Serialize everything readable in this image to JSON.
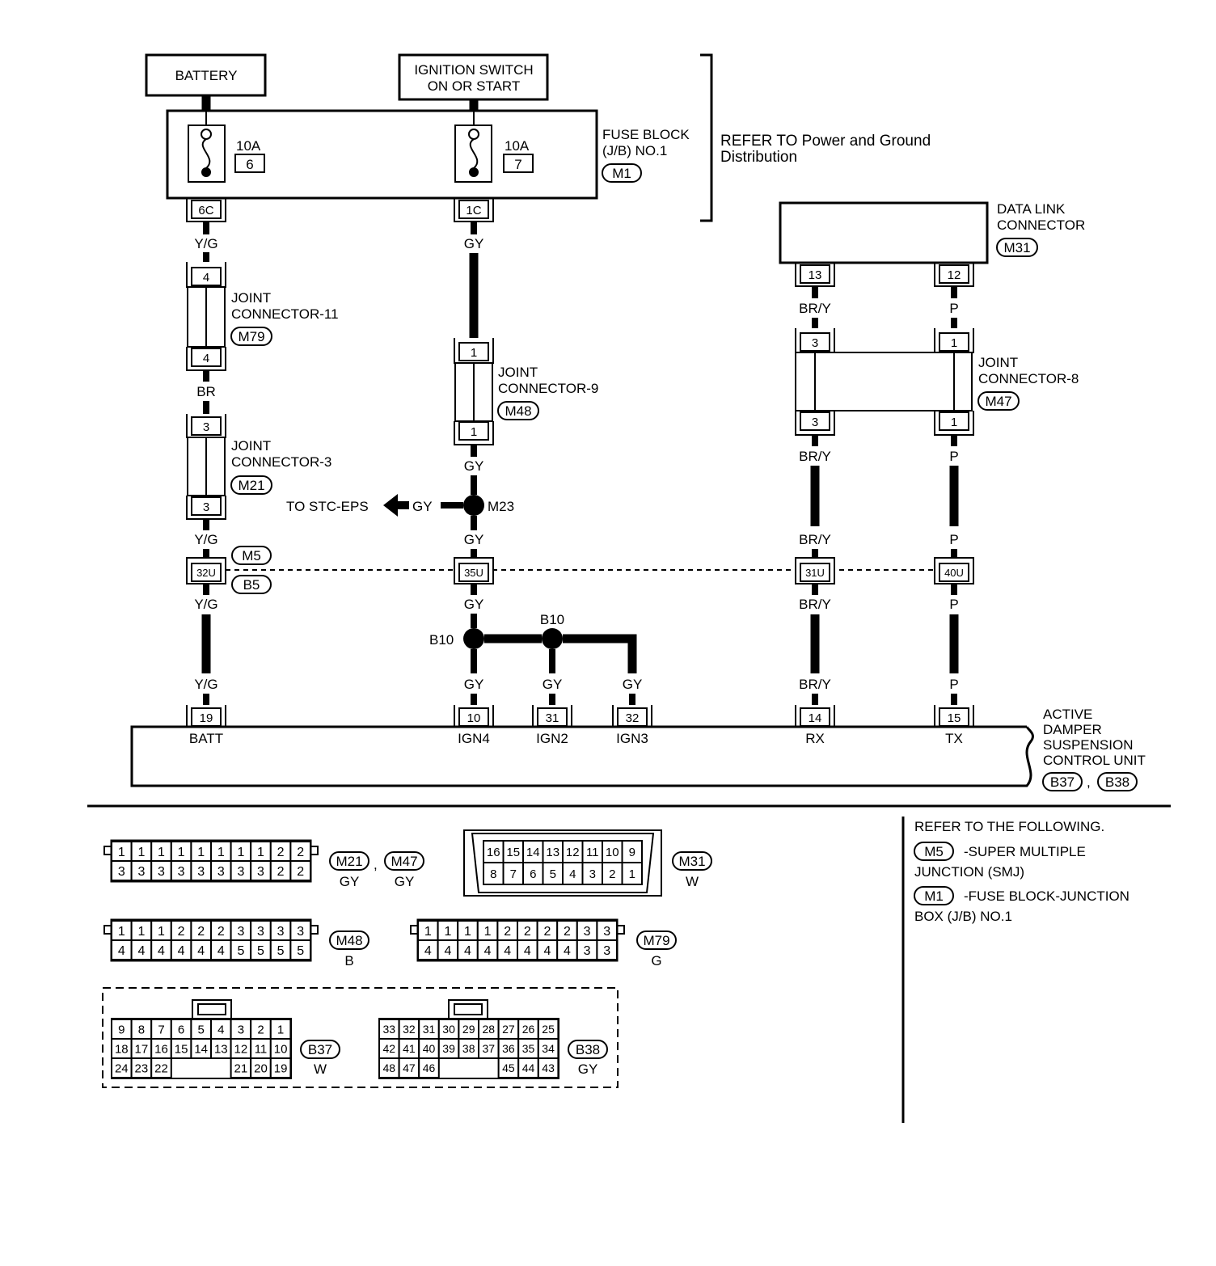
{
  "top": {
    "battery": "BATTERY",
    "ignition_l1": "IGNITION SWITCH",
    "ignition_l2": "ON OR START",
    "fuse_a_amp": "10A",
    "fuse_a_num": "6",
    "fuse_b_amp": "10A",
    "fuse_b_num": "7",
    "fuse_block_l1": "FUSE BLOCK",
    "fuse_block_l2": "(J/B) NO.1",
    "fuse_block_conn": "M1",
    "refer_l1": "REFER TO Power and Ground",
    "refer_l2": "Distribution",
    "term_6c": "6C",
    "term_1c": "1C"
  },
  "left": {
    "wire1": "Y/G",
    "jc11_pin_top": "4",
    "jc11_pin_bot": "4",
    "jc11_l1": "JOINT",
    "jc11_l2": "CONNECTOR-11",
    "jc11_conn": "M79",
    "wire2": "BR",
    "jc3_pin_top": "3",
    "jc3_pin_bot": "3",
    "jc3_l1": "JOINT",
    "jc3_l2": "CONNECTOR-3",
    "jc3_conn": "M21",
    "wire3": "Y/G",
    "smj_m": "M5",
    "smj_b": "B5",
    "smj_pin": "32U",
    "wire4": "Y/G",
    "wire5": "Y/G",
    "ecu_pin": "19",
    "ecu_label": "BATT"
  },
  "mid": {
    "wire1": "GY",
    "jc9_pin_top": "1",
    "jc9_pin_bot": "1",
    "jc9_l1": "JOINT",
    "jc9_l2": "CONNECTOR-9",
    "jc9_conn": "M48",
    "wire2": "GY",
    "to_stc": "TO STC-EPS",
    "stc_wire": "GY",
    "splice_m23": "M23",
    "wire3": "GY",
    "smj_pin": "35U",
    "wire4": "GY",
    "splice_b10_a": "B10",
    "splice_b10_b": "B10",
    "wire_ign4": "GY",
    "wire_ign2": "GY",
    "wire_ign3": "GY",
    "pin_ign4": "10",
    "pin_ign2": "31",
    "pin_ign3": "32",
    "lbl_ign4": "IGN4",
    "lbl_ign2": "IGN2",
    "lbl_ign3": "IGN3"
  },
  "right": {
    "dlc_l1": "DATA LINK",
    "dlc_l2": "CONNECTOR",
    "dlc_conn": "M31",
    "dlc_pin_rx": "13",
    "dlc_pin_tx": "12",
    "wire_rx1": "BR/Y",
    "wire_tx1": "P",
    "jc8_rx_top": "3",
    "jc8_tx_top": "1",
    "jc8_rx_bot": "3",
    "jc8_tx_bot": "1",
    "jc8_l1": "JOINT",
    "jc8_l2": "CONNECTOR-8",
    "jc8_conn": "M47",
    "wire_rx2": "BR/Y",
    "wire_tx2": "P",
    "wire_rx3": "BR/Y",
    "wire_tx3": "P",
    "smj_rx": "31U",
    "smj_tx": "40U",
    "wire_rx4": "BR/Y",
    "wire_tx4": "P",
    "wire_rx5": "BR/Y",
    "wire_tx5": "P",
    "ecu_pin_rx": "14",
    "ecu_pin_tx": "15",
    "ecu_lbl_rx": "RX",
    "ecu_lbl_tx": "TX"
  },
  "ecu": {
    "l1": "ACTIVE",
    "l2": "DAMPER",
    "l3": "SUSPENSION",
    "l4": "CONTROL UNIT",
    "conn_a": "B37",
    "comma": ",",
    "conn_b": "B38"
  },
  "connectors": {
    "m21_m47": {
      "row1": [
        "1",
        "1",
        "1",
        "1",
        "1",
        "1",
        "1",
        "1",
        "2",
        "2"
      ],
      "row2": [
        "3",
        "3",
        "3",
        "3",
        "3",
        "3",
        "3",
        "3",
        "2",
        "2"
      ],
      "id_a": "M21",
      "color_a": "GY",
      "sep": ",",
      "id_b": "M47",
      "color_b": "GY"
    },
    "m31": {
      "row1": [
        "16",
        "15",
        "14",
        "13",
        "12",
        "11",
        "10",
        "9"
      ],
      "row2": [
        "8",
        "7",
        "6",
        "5",
        "4",
        "3",
        "2",
        "1"
      ],
      "id": "M31",
      "color": "W"
    },
    "m48": {
      "row1": [
        "1",
        "1",
        "1",
        "2",
        "2",
        "2",
        "3",
        "3",
        "3",
        "3"
      ],
      "row2": [
        "4",
        "4",
        "4",
        "4",
        "4",
        "4",
        "5",
        "5",
        "5",
        "5"
      ],
      "id": "M48",
      "color": "B"
    },
    "m79": {
      "row1": [
        "1",
        "1",
        "1",
        "1",
        "2",
        "2",
        "2",
        "2",
        "3",
        "3"
      ],
      "row2": [
        "4",
        "4",
        "4",
        "4",
        "4",
        "4",
        "4",
        "4",
        "3",
        "3"
      ],
      "id": "M79",
      "color": "G"
    },
    "b37": {
      "row1": [
        "9",
        "8",
        "7",
        "6",
        "5",
        "4",
        "3",
        "2",
        "1"
      ],
      "row2": [
        "18",
        "17",
        "16",
        "15",
        "14",
        "13",
        "12",
        "11",
        "10"
      ],
      "row3": [
        "24",
        "23",
        "22",
        "",
        "",
        "",
        "21",
        "20",
        "19"
      ],
      "id": "B37",
      "color": "W"
    },
    "b38": {
      "row1": [
        "33",
        "32",
        "31",
        "30",
        "29",
        "28",
        "27",
        "26",
        "25"
      ],
      "row2": [
        "42",
        "41",
        "40",
        "39",
        "38",
        "37",
        "36",
        "35",
        "34"
      ],
      "row3": [
        "48",
        "47",
        "46",
        "",
        "",
        "",
        "45",
        "44",
        "43"
      ],
      "id": "B38",
      "color": "GY"
    }
  },
  "legend": {
    "title": "REFER TO THE FOLLOWING.",
    "item1_conn": "M5",
    "item1_l1": "-SUPER MULTIPLE",
    "item1_l2": "JUNCTION (SMJ)",
    "item2_conn": "M1",
    "item2_l1": "-FUSE BLOCK-JUNCTION",
    "item2_l2": "BOX (J/B) NO.1"
  }
}
